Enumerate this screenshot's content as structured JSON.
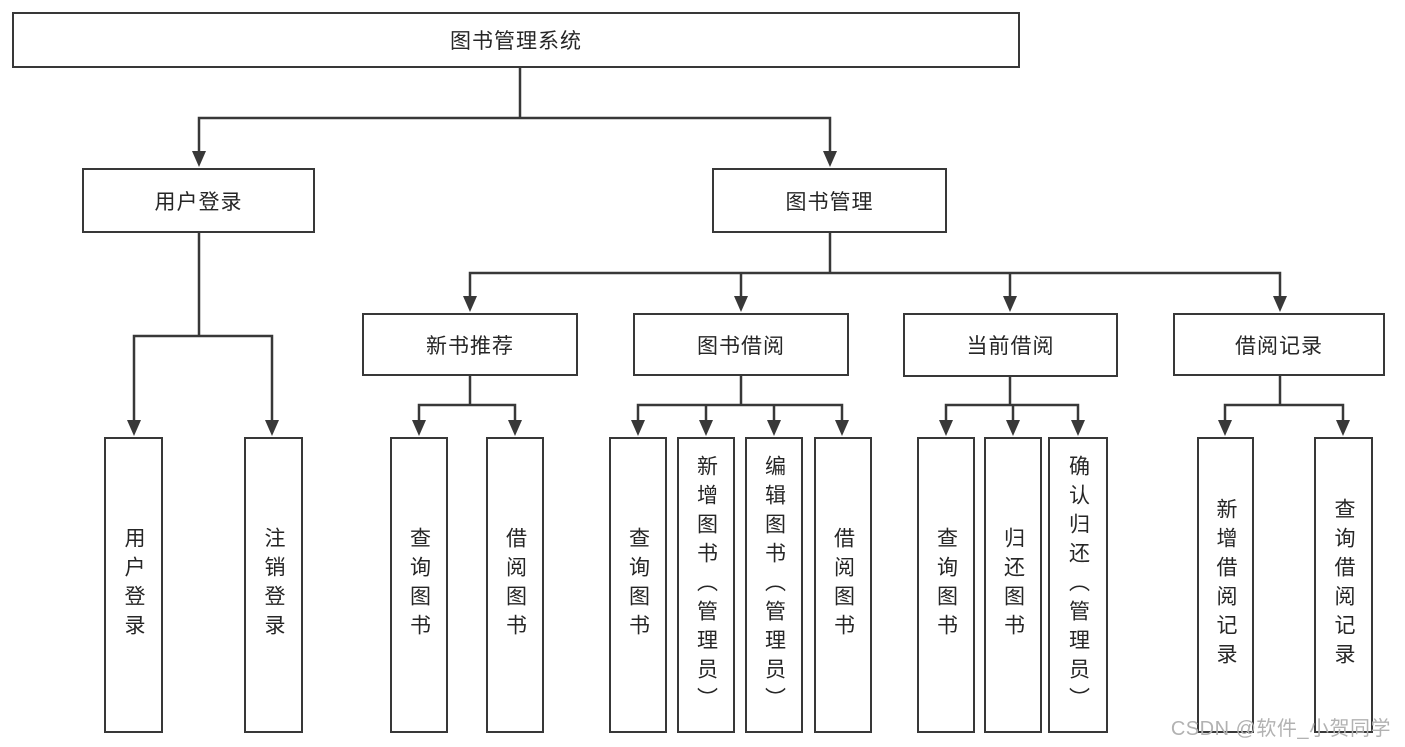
{
  "watermark": "CSDN @软件_小贺同学",
  "colors": {
    "line": "#383838",
    "box_border": "#383838",
    "text": "#262626",
    "background": "#ffffff",
    "watermark": "#b2b2b2"
  },
  "tree": {
    "root": {
      "label": "图书管理系统",
      "children": [
        {
          "label": "用户登录",
          "children": [
            {
              "label": "用户登录"
            },
            {
              "label": "注销登录"
            }
          ]
        },
        {
          "label": "图书管理",
          "children": [
            {
              "label": "新书推荐",
              "children": [
                {
                  "label": "查询图书"
                },
                {
                  "label": "借阅图书"
                }
              ]
            },
            {
              "label": "图书借阅",
              "children": [
                {
                  "label": "查询图书"
                },
                {
                  "label": "新增图书（管理员）"
                },
                {
                  "label": "编辑图书（管理员）"
                },
                {
                  "label": "借阅图书"
                }
              ]
            },
            {
              "label": "当前借阅",
              "children": [
                {
                  "label": "查询图书"
                },
                {
                  "label": "归还图书"
                },
                {
                  "label": "确认归还（管理员）"
                }
              ]
            },
            {
              "label": "借阅记录",
              "children": [
                {
                  "label": "新增借阅记录"
                },
                {
                  "label": "查询借阅记录"
                }
              ]
            }
          ]
        }
      ]
    }
  }
}
